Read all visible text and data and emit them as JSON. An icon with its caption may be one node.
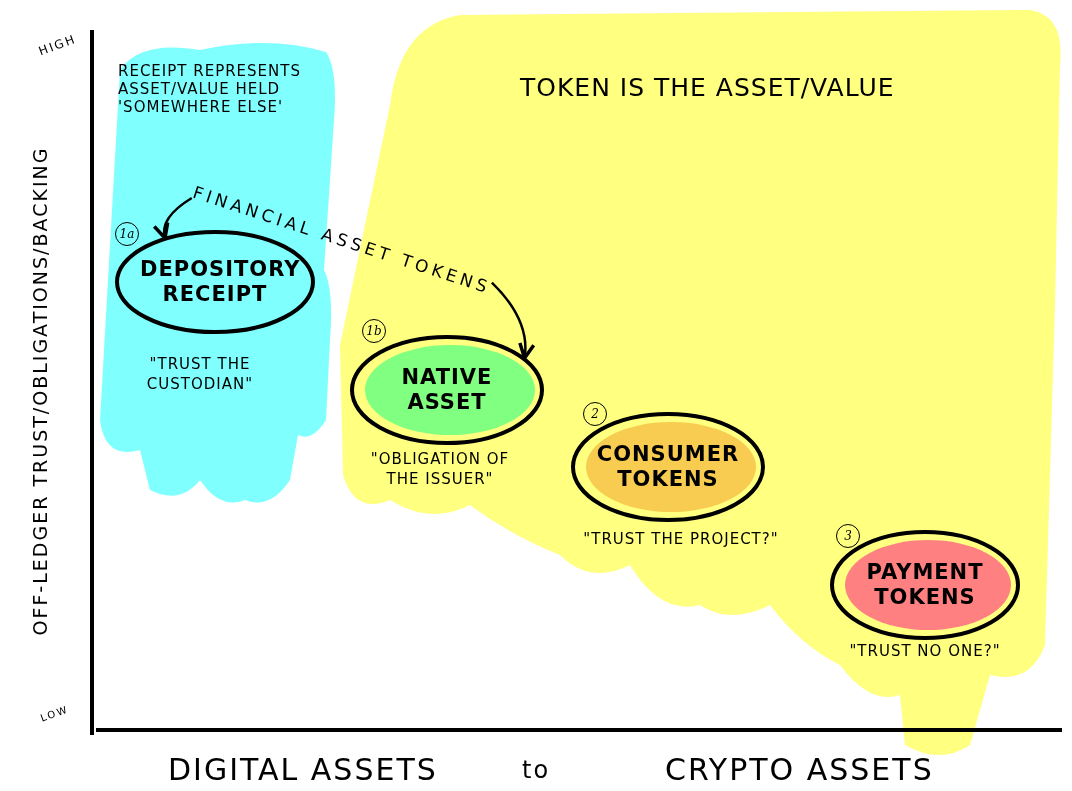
{
  "diagram": {
    "nodes": [
      {
        "text": [
          "RECEIPT REPRESENTS ASSET/VALUE HELD 'SOMEWHERE ELSE'"
        ]
      },
      {
        "text": [
          "DEPOSITORY RECEIPT"
        ],
        "in": 0,
        "beside": [
          "1a",
          "\"TRUST THE CUSTODIAN\""
        ]
      },
      {
        "text": [
          "TOKEN IS THE ASSET/VALUE"
        ]
      },
      {
        "text": [
          "NATIVE ASSET"
        ],
        "in": 2,
        "beside": [
          "1b",
          "\"OBLIGATION OF THE ISSUER\""
        ]
      },
      {
        "text": [
          "CONSUMER TOKENS"
        ],
        "in": 2,
        "beside": [
          "2",
          "\"TRUST THE PROJECT?\""
        ]
      },
      {
        "text": [
          "PAYMENT TOKENS"
        ],
        "in": 2,
        "beside": [
          "3",
          "\"TRUST NO ONE?\""
        ]
      },
      {
        "text": [
          "FINANCIAL ASSET TOKENS"
        ]
      }
    ],
    "edges": [
      {
        "from": 6,
        "to": 1,
        "arrow": "to"
      },
      {
        "from": 6,
        "to": 3,
        "arrow": "to"
      }
    ],
    "labels": [
      "HIGH",
      "OFF-LEDGER TRUST/OBLIGATIONS/BACKING",
      "LOW",
      "DIGITAL ASSETS",
      "to",
      "CRYPTO ASSETS"
    ]
  }
}
